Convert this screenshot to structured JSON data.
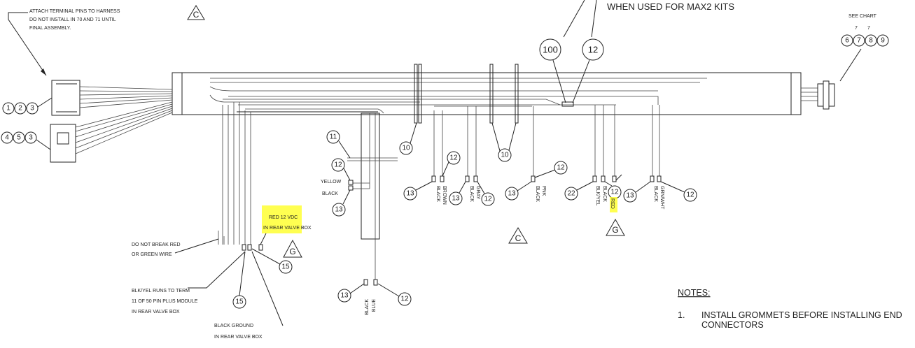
{
  "header_note": "WHEN USED FOR MAX2 KITS",
  "attach_note": [
    "ATTACH TERMINAL PINS TO HARNESS",
    "DO NOT INSTALL IN 70 AND 71 UNTIL",
    "FINAL ASSEMBLY."
  ],
  "see_chart": "SEE CHART",
  "chart_small": [
    "7",
    "7"
  ],
  "left_bubbles_top": [
    "1",
    "2",
    "3"
  ],
  "left_bubbles_bottom": [
    "4",
    "5",
    "3"
  ],
  "right_bubbles": [
    "6",
    "7",
    "8",
    "9"
  ],
  "callouts": {
    "c100": "100",
    "c12_top": "12",
    "c11": "11",
    "c12_yellow": "12",
    "c13_yellow": "13",
    "c10_left": "10",
    "c10_mid": "10",
    "c13_a": "13",
    "c12_a": "12",
    "c13_b": "13",
    "c12_b": "12",
    "c13_c": "13",
    "c12_c": "12",
    "c22": "22",
    "c12_d": "12",
    "c13_d": "13",
    "c12_e": "12",
    "c15_a": "15",
    "c15_b": "15",
    "c13_e": "13",
    "c12_f": "12"
  },
  "triangles": {
    "t1": "C",
    "t2": "C",
    "t3": "G",
    "t4": "G"
  },
  "wire_labels": {
    "yellow": "YELLOW",
    "black": "BLACK",
    "black_brown": [
      "BLACK",
      "BROWN"
    ],
    "black_gray": [
      "BLACK",
      "GRAY"
    ],
    "black_pnk": [
      "BLACK",
      "PNK"
    ],
    "bk_red": [
      "BLK/YEL",
      "BLACK",
      "RED"
    ],
    "black_grnwht": [
      "BLACK",
      "GRN/WHT"
    ],
    "black_blue": [
      "BLACK",
      "BLUE"
    ]
  },
  "red_note": [
    "RED 12 VDC",
    "IN REAR VALVE BOX"
  ],
  "do_not_break": [
    "DO NOT BREAK RED",
    "OR GREEN WIRE"
  ],
  "bk_yel_note": [
    "BLK/YEL RUNS TO TERM",
    "11 OF 50 PIN PLUS MODULE",
    "IN REAR VALVE BOX"
  ],
  "black_ground": [
    "BLACK GROUND",
    "IN REAR VALVE BOX"
  ],
  "notes": {
    "title": "NOTES:",
    "items": [
      {
        "num": "1.",
        "lines": [
          "INSTALL GROMMETS BEFORE INSTALLING END",
          "CONNECTORS"
        ]
      }
    ]
  },
  "colors": {
    "highlight": "#ffff33",
    "line": "#222222"
  }
}
